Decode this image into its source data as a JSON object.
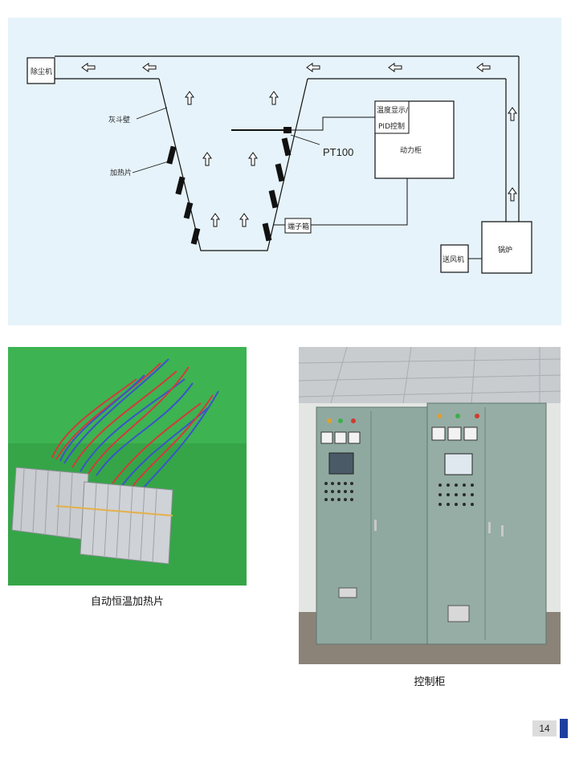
{
  "diagram": {
    "labels": {
      "dust_collector": "除尘机",
      "hopper_wall": "灰斗壁",
      "heater_plate": "加热片",
      "pt100": "PT100",
      "temp_display_line1": "温度显示/",
      "temp_display_line2": "PID控制",
      "power_cabinet": "动力柜",
      "terminal_box": "端子箱",
      "blower": "送风机",
      "furnace": "锅炉"
    }
  },
  "captions": {
    "heater": "自动恒温加热片",
    "cabinet": "控制柜"
  },
  "page": {
    "number": "14"
  },
  "colors": {
    "diagram_bg": "#e6f3fa",
    "page_mark": "#1f3f9f"
  }
}
